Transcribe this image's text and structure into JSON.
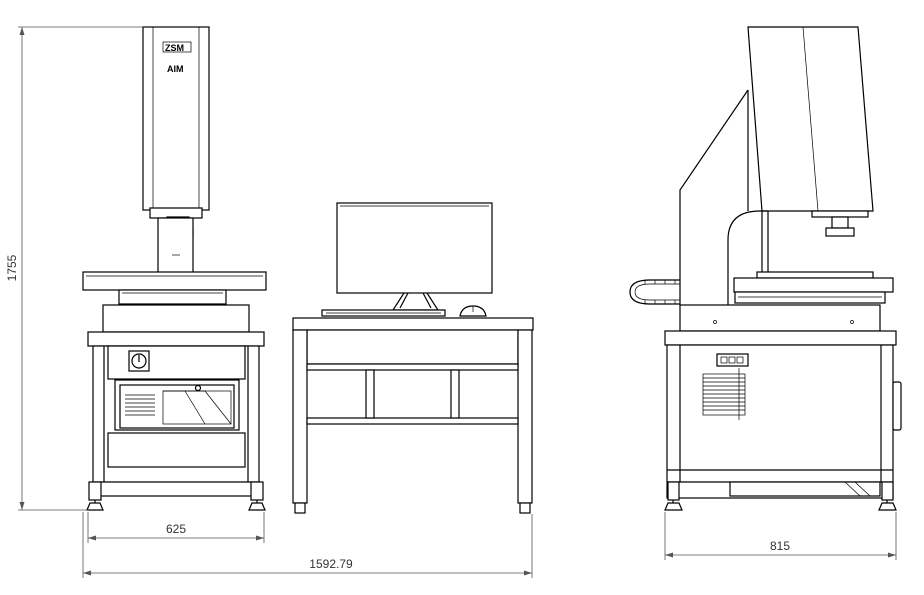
{
  "machine": {
    "brand_logo": "ZSM",
    "model_label": "AIM"
  },
  "dimensions": {
    "height": "1755",
    "front_width": "625",
    "total_width": "1592.79",
    "side_depth": "815"
  }
}
